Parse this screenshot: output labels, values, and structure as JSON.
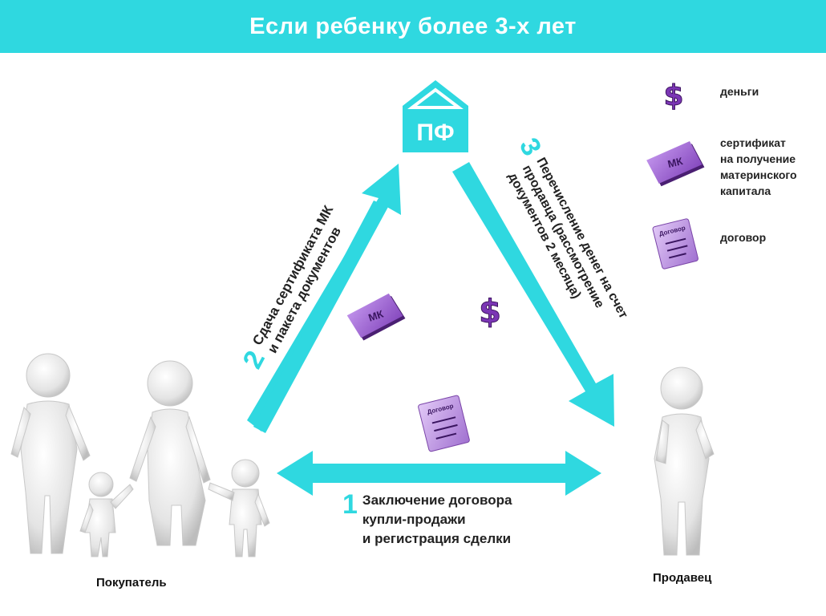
{
  "header": {
    "title": "Если ребенку более 3-х лет"
  },
  "pf": {
    "label": "ПФ"
  },
  "steps": [
    {
      "number": "1",
      "text": "Заключение договора\nкупли-продажи\nи регистрация сделки"
    },
    {
      "number": "2",
      "line1": "Сдача сертификата МК",
      "line2": "и пакета документов"
    },
    {
      "number": "3",
      "line1": "Перечисление денег на счет",
      "line2": "продавца (рассмотрение",
      "line3": "документов 2 месяца)"
    }
  ],
  "legend": [
    {
      "icon": "money-icon",
      "text": "деньги"
    },
    {
      "icon": "certificate-icon",
      "text": "сертификат\nна получение\nматеринского\nкапитала"
    },
    {
      "icon": "contract-icon",
      "text": "договор"
    }
  ],
  "icons": {
    "certificate_label": "МК",
    "contract_label": "Договор"
  },
  "people": {
    "buyer_label": "Покупатель",
    "seller_label": "Продавец"
  },
  "colors": {
    "accent": "#2fd8e0",
    "purple": "#9b59d6",
    "dark_purple": "#5b2a86"
  }
}
